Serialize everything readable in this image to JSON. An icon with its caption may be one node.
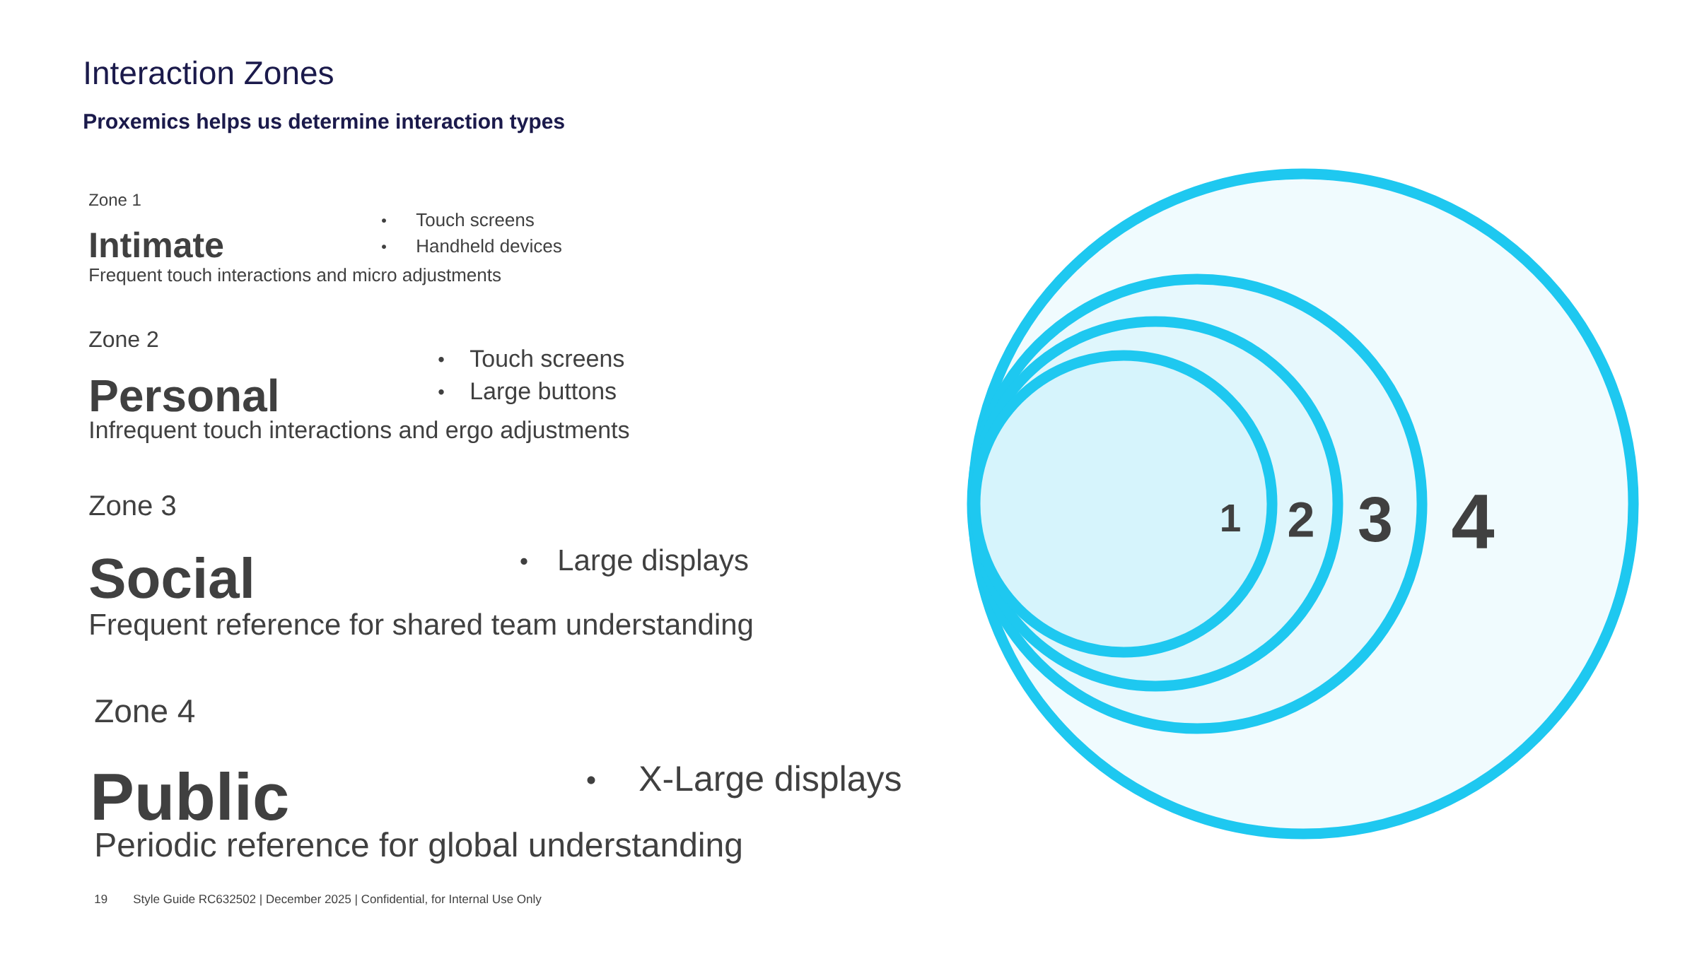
{
  "diagram": {
    "title": "Interaction Zones",
    "nodes": [
      {
        "text": [
          "4"
        ]
      },
      {
        "text": [
          "3"
        ],
        "in": 0
      },
      {
        "text": [
          "2"
        ],
        "in": 1
      },
      {
        "text": [
          "1"
        ],
        "in": 2
      }
    ],
    "labels": [
      "Proxemics helps us determine interaction types",
      "Zone 1",
      "Intimate",
      "Touch screens",
      "Handheld devices",
      "Frequent touch interactions and micro adjustments",
      "Zone 2",
      "Personal",
      "Touch screens",
      "Large buttons",
      "Infrequent touch interactions and ergo adjustments",
      "Zone 3",
      "Social",
      "Large displays",
      "Frequent reference for shared team understanding",
      "Zone 4",
      "Public",
      "X-Large displays",
      "Periodic reference for global understanding",
      "19",
      "Style Guide RC632502 | December 2025 | Confidential, for Internal Use Only"
    ]
  }
}
